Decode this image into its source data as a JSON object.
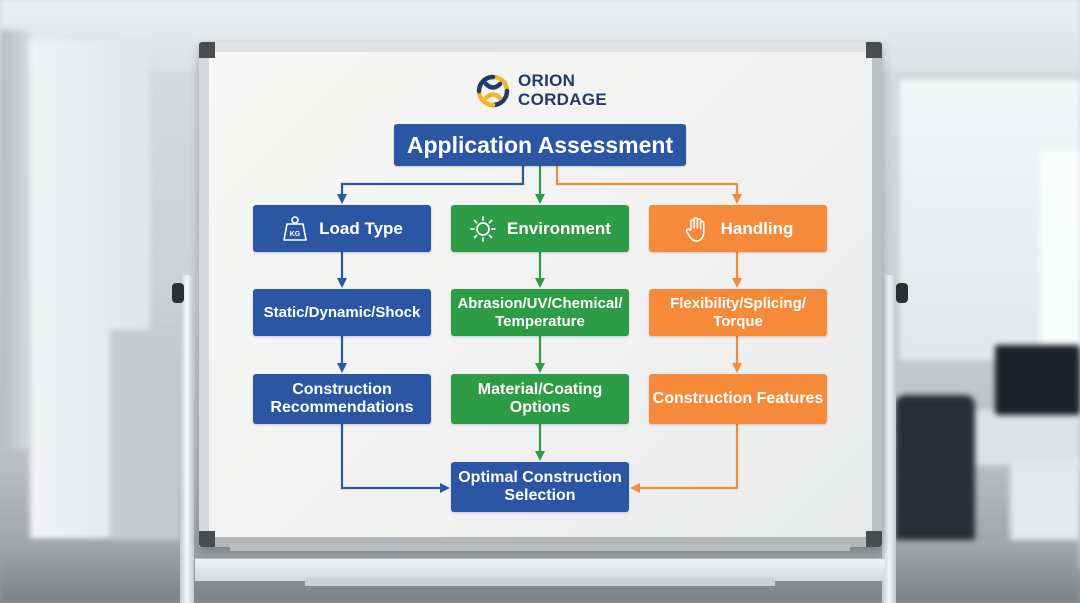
{
  "brand": {
    "line1": "ORION",
    "line2": "CORDAGE"
  },
  "title": "Application Assessment",
  "columns": [
    {
      "heading": "Load Type",
      "icon": "kg-weight-icon",
      "icon_text": "KG",
      "step2": "Static/Dynamic/Shock",
      "step3": "Construction Recommendations",
      "color": "#2b56a4"
    },
    {
      "heading": "Environment",
      "icon": "sun-icon",
      "step2": "Abrasion/UV/Chemical/ Temperature",
      "step3": "Material/Coating Options",
      "color": "#2e9b47"
    },
    {
      "heading": "Handling",
      "icon": "hand-icon",
      "step2": "Flexibility/Splicing/ Torque",
      "step3": "Construction Features",
      "color": "#f58a3a"
    }
  ],
  "final": "Optimal Construction Selection",
  "colors": {
    "blue": "#2b56a4",
    "green": "#2e9b47",
    "orange": "#f58a3a",
    "logo_navy": "#213a6b",
    "logo_gold": "#f1b52a"
  }
}
